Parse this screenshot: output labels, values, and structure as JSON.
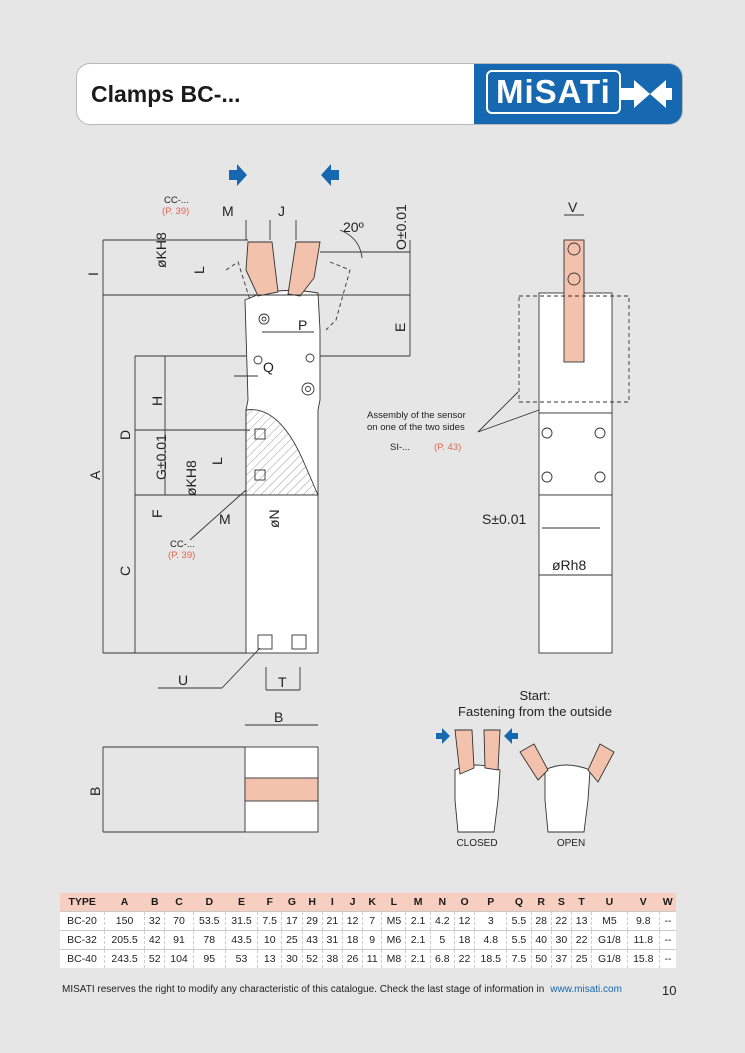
{
  "header": {
    "title": "Clamps BC-...",
    "logo_text": "MiSATi"
  },
  "drawing": {
    "dims": {
      "M": "M",
      "J": "J",
      "angle": "20º",
      "O": "O±0.01",
      "I": "I",
      "L": "L",
      "okh8": "øKH8",
      "P": "P",
      "E": "E",
      "Q": "Q",
      "H": "H",
      "D": "D",
      "G": "G±0.01",
      "A": "A",
      "F": "F",
      "N": "øN",
      "C": "C",
      "U": "U",
      "T": "T",
      "V": "V",
      "S": "S±0.01",
      "R": "øRh8",
      "B": "B"
    },
    "notes": {
      "cc": "CC-...",
      "cc_ref": "(P. 39)",
      "sensor_1": "Assembly of the sensor",
      "sensor_2": "on one of the two sides",
      "si": "SI-...",
      "si_ref": "(P. 43)"
    },
    "start_1": "Start:",
    "start_2": "Fastening from the outside",
    "closed": "CLOSED",
    "open": "OPEN"
  },
  "table": {
    "headers": [
      "TYPE",
      "A",
      "B",
      "C",
      "D",
      "E",
      "F",
      "G",
      "H",
      "I",
      "J",
      "K",
      "L",
      "M",
      "N",
      "O",
      "P",
      "Q",
      "R",
      "S",
      "T",
      "U",
      "V",
      "W"
    ],
    "rows": [
      [
        "BC-20",
        "150",
        "32",
        "70",
        "53.5",
        "31.5",
        "7.5",
        "17",
        "29",
        "21",
        "12",
        "7",
        "M5",
        "2.1",
        "4.2",
        "12",
        "3",
        "5.5",
        "28",
        "22",
        "13",
        "M5",
        "9.8",
        "--"
      ],
      [
        "BC-32",
        "205.5",
        "42",
        "91",
        "78",
        "43.5",
        "10",
        "25",
        "43",
        "31",
        "18",
        "9",
        "M6",
        "2.1",
        "5",
        "18",
        "4.8",
        "5.5",
        "40",
        "30",
        "22",
        "G1/8",
        "11.8",
        "--"
      ],
      [
        "BC-40",
        "243.5",
        "52",
        "104",
        "95",
        "53",
        "13",
        "30",
        "52",
        "38",
        "26",
        "11",
        "M8",
        "2.1",
        "6.8",
        "22",
        "18.5",
        "7.5",
        "50",
        "37",
        "25",
        "G1/8",
        "15.8",
        "--"
      ]
    ]
  },
  "footer": {
    "disclaimer": "MISATI reserves the right to modify any characteristic of this catalogue. Check the last stage of information in",
    "link": "www.misati.com",
    "page": "10"
  },
  "colors": {
    "brand": "#1668b0",
    "accent": "#f6cfc0",
    "ref": "#e0664f"
  }
}
